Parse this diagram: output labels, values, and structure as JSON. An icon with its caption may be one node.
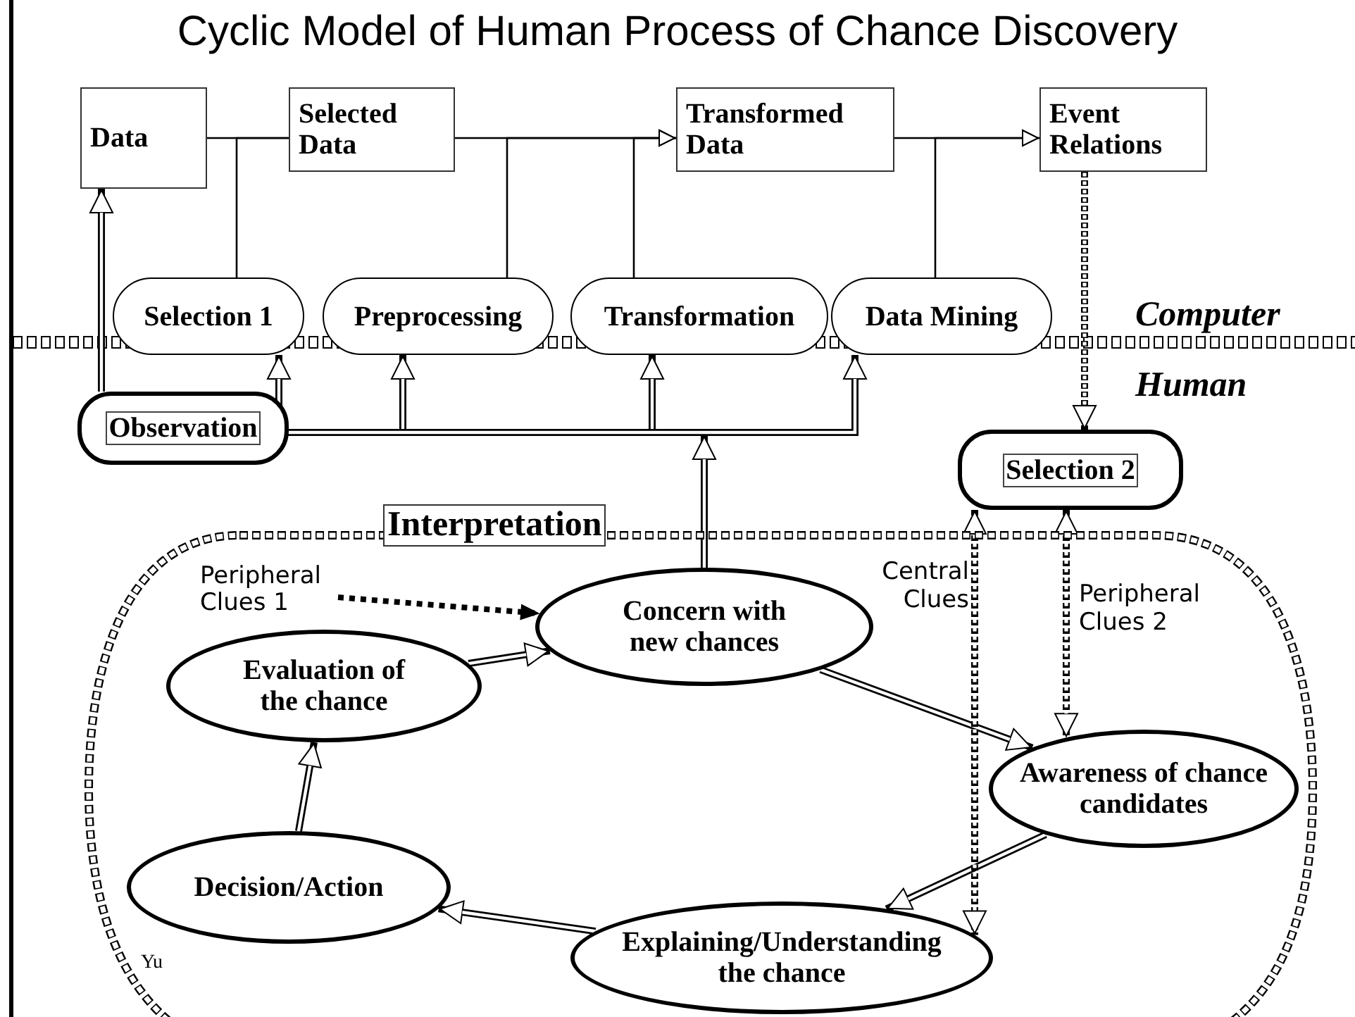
{
  "diagram": {
    "title": "Cyclic Model of Human Process of Chance Discovery",
    "nodes": [
      {
        "text": [
          "Data"
        ]
      },
      {
        "text": [
          "Selected Data"
        ]
      },
      {
        "text": [
          "Transformed Data"
        ]
      },
      {
        "text": [
          "Event Relations"
        ]
      },
      {
        "text": [
          "Selection 1"
        ]
      },
      {
        "text": [
          "Preprocessing"
        ]
      },
      {
        "text": [
          "Transformation"
        ]
      },
      {
        "text": [
          "Data Mining"
        ]
      },
      {
        "text": [
          "Observation"
        ]
      },
      {
        "text": [
          "Selection 2"
        ]
      },
      {
        "text": [
          "Interpretation"
        ]
      },
      {
        "text": [
          "Concern with new chances"
        ],
        "in": 10
      },
      {
        "text": [
          "Evaluation of the chance"
        ],
        "in": 10
      },
      {
        "text": [
          "Awareness of chance candidates"
        ],
        "in": 10
      },
      {
        "text": [
          "Decision/Action"
        ],
        "in": 10
      },
      {
        "text": [
          "Explaining/Understanding the chance"
        ],
        "in": 10
      },
      {
        "text": [
          "Peripheral Clues 1"
        ],
        "in": 10
      }
    ],
    "edges": [
      {
        "from": 0,
        "to": 1,
        "arrow": "none"
      },
      {
        "from": 4,
        "to": 1,
        "arrow": "none"
      },
      {
        "from": 1,
        "to": 2,
        "arrow": "to"
      },
      {
        "from": 5,
        "to": 2,
        "arrow": "to"
      },
      {
        "from": 6,
        "to": 2,
        "arrow": "to"
      },
      {
        "from": 2,
        "to": 3,
        "arrow": "to"
      },
      {
        "from": 7,
        "to": 3,
        "arrow": "to"
      },
      {
        "from": 8,
        "to": 0,
        "arrow": "to"
      },
      {
        "from": 8,
        "to": 4,
        "arrow": "to"
      },
      {
        "from": 8,
        "to": 5,
        "arrow": "to"
      },
      {
        "from": 8,
        "to": 6,
        "arrow": "to"
      },
      {
        "from": 8,
        "to": 7,
        "arrow": "to"
      },
      {
        "from": 11,
        "to": null,
        "arrow": "to"
      },
      {
        "from": 3,
        "to": 9,
        "arrow": "to",
        "style": "dashed"
      },
      {
        "from": 16,
        "to": 11,
        "arrow": "to",
        "style": "dashed"
      },
      {
        "from": 12,
        "to": 11,
        "arrow": "to"
      },
      {
        "from": 11,
        "to": 13,
        "arrow": "to"
      },
      {
        "from": 13,
        "to": 15,
        "arrow": "to"
      },
      {
        "from": 15,
        "to": 14,
        "arrow": "to"
      },
      {
        "from": 14,
        "to": 12,
        "arrow": "to"
      },
      {
        "from": 9,
        "to": 15,
        "arrow": "both",
        "style": "dashed",
        "label": "Central Clues"
      },
      {
        "from": 9,
        "to": 13,
        "arrow": "both",
        "style": "dashed",
        "label": "Peripheral Clues 2"
      }
    ],
    "labels": [
      "Computer",
      "Human",
      "Yu"
    ]
  }
}
